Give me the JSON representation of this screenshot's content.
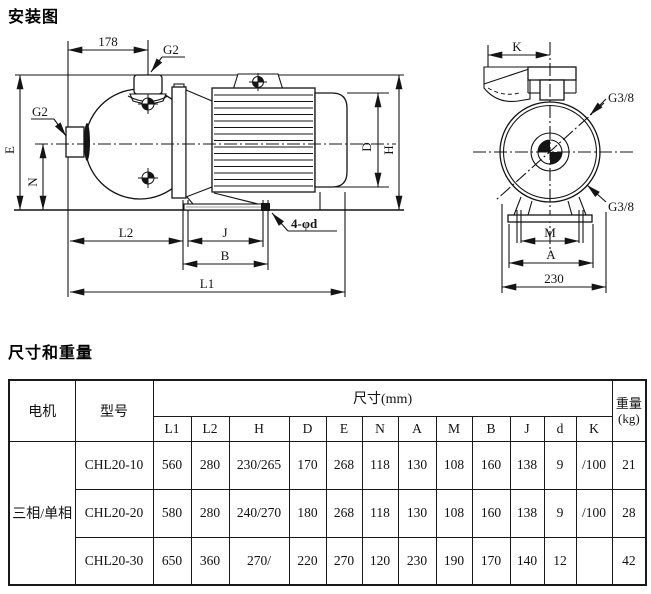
{
  "titles": {
    "installation": "安装图",
    "dimensions": "尺寸和重量"
  },
  "diagram": {
    "side_view": {
      "labels": {
        "dim_178": "178",
        "g2_top": "G2",
        "g2_left": "G2",
        "dim_e": "E",
        "dim_n": "N",
        "dim_d": "D",
        "dim_h": "H",
        "dim_l2": "L2",
        "dim_j": "J",
        "dim_b": "B",
        "dim_l1": "L1",
        "bolt_holes": "4-φd"
      }
    },
    "front_view": {
      "labels": {
        "dim_k": "K",
        "g38_top": "G3/8",
        "g38_bottom": "G3/8",
        "dim_m": "M",
        "dim_a": "A",
        "dim_230": "230"
      }
    }
  },
  "table": {
    "headers": {
      "motor": "电机",
      "model": "型号",
      "size_mm": "尺寸(mm)",
      "weight_top": "重量",
      "weight_bottom": "(kg)",
      "dim_cols": [
        "L1",
        "L2",
        "H",
        "D",
        "E",
        "N",
        "A",
        "M",
        "B",
        "J",
        "d",
        "K"
      ]
    },
    "motor_group": "三相/单相",
    "rows": [
      {
        "model": "CHL20-10",
        "values": [
          "560",
          "280",
          "230/265",
          "170",
          "268",
          "118",
          "130",
          "108",
          "160",
          "138",
          "9",
          "/100"
        ],
        "weight": "21"
      },
      {
        "model": "CHL20-20",
        "values": [
          "580",
          "280",
          "240/270",
          "180",
          "268",
          "118",
          "130",
          "108",
          "160",
          "138",
          "9",
          "/100"
        ],
        "weight": "28"
      },
      {
        "model": "CHL20-30",
        "values": [
          "650",
          "360",
          "270/",
          "220",
          "270",
          "120",
          "230",
          "190",
          "170",
          "140",
          "12",
          ""
        ],
        "weight": "42"
      }
    ]
  }
}
